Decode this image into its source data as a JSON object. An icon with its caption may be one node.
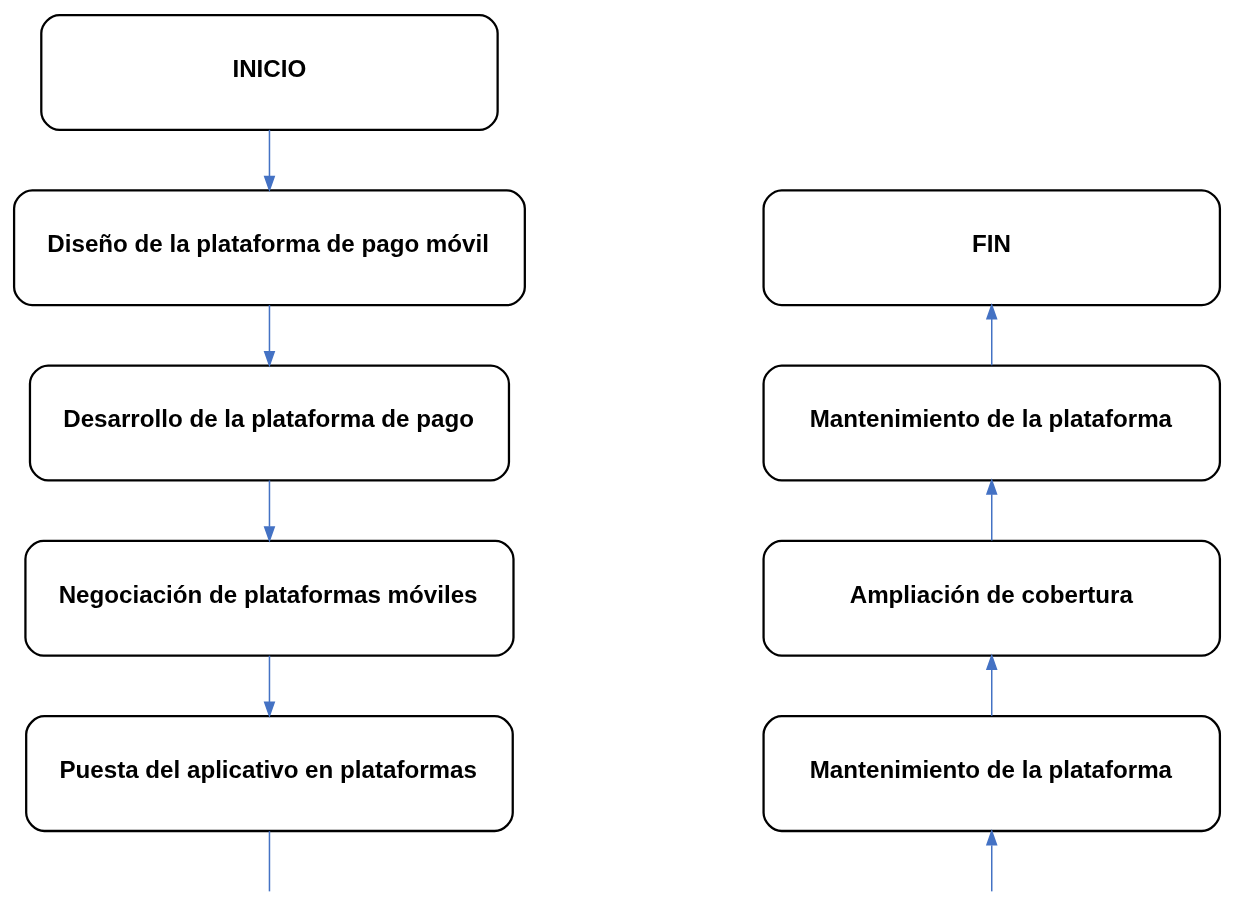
{
  "diagram": {
    "nodes": [
      {
        "text": [
          "INICIO"
        ]
      },
      {
        "text": [
          "Diseño de la plataforma de pago móvil"
        ]
      },
      {
        "text": [
          "Desarrollo de la plataforma de pago"
        ]
      },
      {
        "text": [
          "Negociación de plataformas móviles"
        ]
      },
      {
        "text": [
          "Puesta del aplicativo en plataformas"
        ]
      },
      {
        "text": [
          "FIN"
        ]
      },
      {
        "text": [
          "Mantenimiento de la plataforma"
        ]
      },
      {
        "text": [
          "Ampliación de cobertura"
        ]
      },
      {
        "text": [
          "Mantenimiento de la plataforma"
        ]
      }
    ],
    "edges": [
      {
        "from": 0,
        "to": 1,
        "arrow": "to"
      },
      {
        "from": 1,
        "to": 2,
        "arrow": "to"
      },
      {
        "from": 2,
        "to": 3,
        "arrow": "to"
      },
      {
        "from": 3,
        "to": 4,
        "arrow": "to"
      },
      {
        "from": 4,
        "to": null,
        "arrow": "none"
      },
      {
        "from": null,
        "to": 8,
        "arrow": "to"
      },
      {
        "from": 8,
        "to": 7,
        "arrow": "to"
      },
      {
        "from": 7,
        "to": 6,
        "arrow": "to"
      },
      {
        "from": 6,
        "to": 5,
        "arrow": "to"
      }
    ]
  }
}
